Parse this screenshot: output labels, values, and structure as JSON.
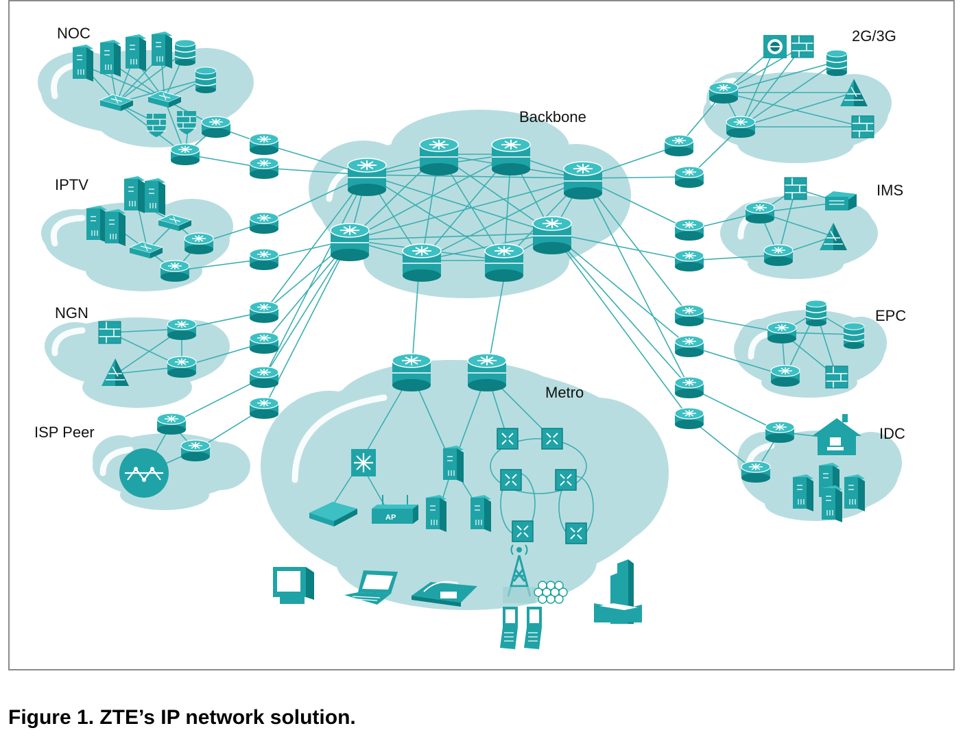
{
  "colors": {
    "cloud": "#b8dde0",
    "cloud_inner": "#ffffff",
    "device": "#1fa3a6",
    "device_dark": "#0b7f82",
    "link": "#3aaeb1",
    "frame": "#8a8a8a"
  },
  "regions": {
    "noc": "NOC",
    "iptv": "IPTV",
    "ngn": "NGN",
    "isp": "ISP Peer",
    "backbone": "Backbone",
    "metro": "Metro",
    "g23": "2G/3G",
    "ims": "IMS",
    "epc": "EPC",
    "idc": "IDC"
  },
  "device_labels": {
    "ap": "AP"
  },
  "caption": "Figure 1. ZTE’s IP network solution.",
  "icons": [
    "router-icon",
    "server-icon",
    "database-icon",
    "switch-icon",
    "firewall-icon",
    "pyramid-icon",
    "tv-icon",
    "laptop-icon",
    "phone-icon",
    "mobile-icon",
    "tower-icon",
    "building-icon",
    "house-icon",
    "modem-icon",
    "access-point-icon"
  ]
}
